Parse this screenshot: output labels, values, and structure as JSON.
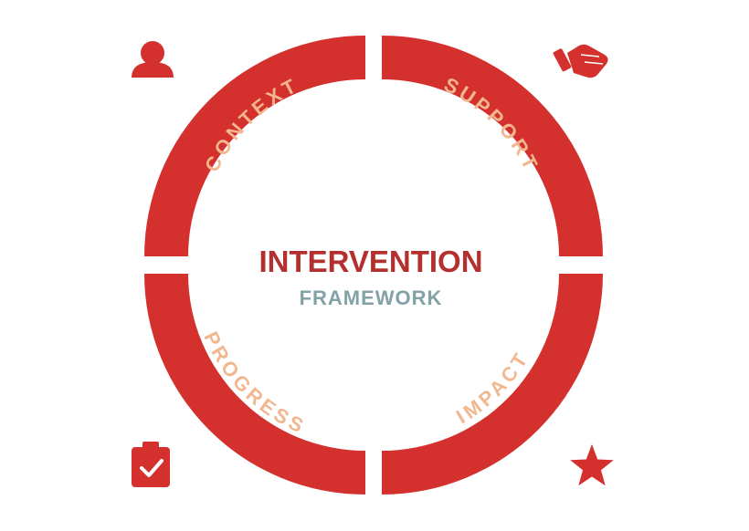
{
  "center": {
    "title": "INTERVENTION",
    "subtitle": "FRAMEWORK"
  },
  "segments": {
    "context": {
      "label": "CONTEXT",
      "icon": "user-icon"
    },
    "support": {
      "label": "SUPPORT",
      "icon": "hand-icon"
    },
    "impact": {
      "label": "IMPACT",
      "icon": "star-icon"
    },
    "progress": {
      "label": "PROGRESS",
      "icon": "clipboard-check-icon"
    }
  },
  "colors": {
    "ring": "#D4312E",
    "segment_text": "#F2B78F",
    "title": "#B4302E",
    "subtitle": "#82A2A7",
    "icon": "#D4312E"
  }
}
